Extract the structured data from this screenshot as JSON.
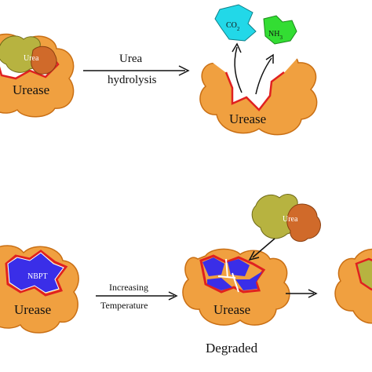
{
  "panel_top": {
    "left_enzyme": {
      "enzyme_label": "Urease",
      "substrate_label": "Urea"
    },
    "reaction_label_line1": "Urea",
    "reaction_label_line2": "hydrolysis",
    "right_enzyme": {
      "enzyme_label": "Urease"
    },
    "products": {
      "co2": {
        "main": "CO",
        "sub": "2"
      },
      "nh3": {
        "main": "NH",
        "sub": "3"
      }
    }
  },
  "panel_bottom": {
    "left_enzyme": {
      "enzyme_label": "Urease",
      "inhibitor_label": "NBPT"
    },
    "condition_line1": "Increasing",
    "condition_line2": "Temperature",
    "middle_enzyme": {
      "enzyme_label": "Urease",
      "state_label": "Degraded"
    },
    "free_substrate_label": "Urea"
  },
  "colors": {
    "enzyme_orange": "#f0a040",
    "enzyme_outline": "#c96f14",
    "active_site_red": "#e02020",
    "urea_olive": "#b7b340",
    "urea_brown": "#d06a2a",
    "co2_cyan": "#22d8e8",
    "nh3_green": "#33dd33",
    "nbpt_blue": "#3a2ee8"
  }
}
